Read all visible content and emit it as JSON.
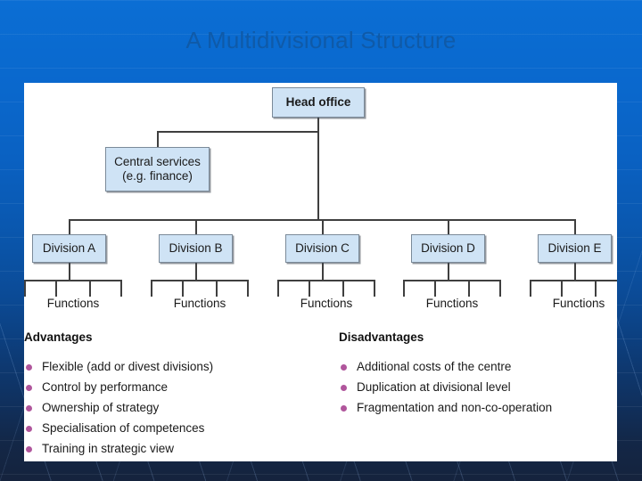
{
  "slide": {
    "title": "A Multidivisional Structure",
    "title_color": "#0f5aa8",
    "background_top_color": "#0b6ed4",
    "background_bottom_color": "#15233d",
    "panel_color": "#ffffff"
  },
  "chart": {
    "node_fill": "#cfe3f5",
    "node_border": "#7b8a99",
    "line_color": "#3f3f3f",
    "head_office": "Head office",
    "central_services_line1": "Central services",
    "central_services_line2": "(e.g. finance)",
    "divisions": [
      {
        "label": "Division A",
        "functions_label": "Functions"
      },
      {
        "label": "Division B",
        "functions_label": "Functions"
      },
      {
        "label": "Division C",
        "functions_label": "Functions"
      },
      {
        "label": "Division D",
        "functions_label": "Functions"
      },
      {
        "label": "Division E",
        "functions_label": "Functions"
      }
    ]
  },
  "advantages": {
    "heading": "Advantages",
    "bullet_color": "#b0569c",
    "items": [
      "Flexible (add or divest divisions)",
      "Control by performance",
      "Ownership of strategy",
      "Specialisation of competences",
      "Training in strategic view"
    ]
  },
  "disadvantages": {
    "heading": "Disadvantages",
    "bullet_color": "#b0569c",
    "items": [
      "Additional costs of the centre",
      "Duplication at divisional level",
      "Fragmentation and non-co-operation"
    ]
  }
}
